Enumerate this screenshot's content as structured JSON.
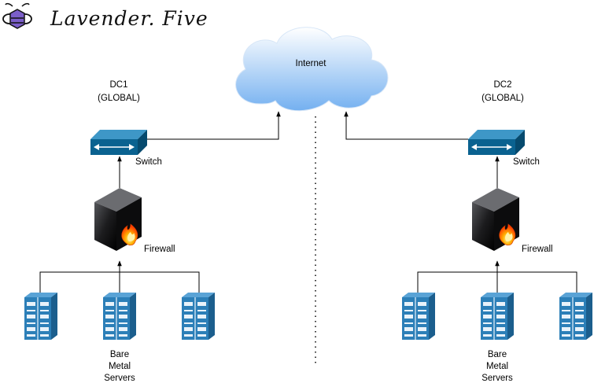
{
  "brand": {
    "name": "Lavender. Five",
    "icon": "bee-logo-icon"
  },
  "cloud": {
    "label": "Internet"
  },
  "dc1": {
    "title": "DC1",
    "subtitle": "(GLOBAL)",
    "switch_label": "Switch",
    "firewall_label": "Firewall",
    "servers_label": [
      "Bare",
      "Metal",
      "Servers"
    ]
  },
  "dc2": {
    "title": "DC2",
    "subtitle": "(GLOBAL)",
    "switch_label": "Switch",
    "firewall_label": "Firewall",
    "servers_label": [
      "Bare",
      "Metal",
      "Servers"
    ]
  },
  "colors": {
    "switch": "#0a6290",
    "server": "#2c7fb8",
    "firewall": "#1d1d1f",
    "flame": "#ff6a00",
    "cloud": "#7fb6f2",
    "lavender": "#7b5ec9",
    "line": "#000000"
  }
}
